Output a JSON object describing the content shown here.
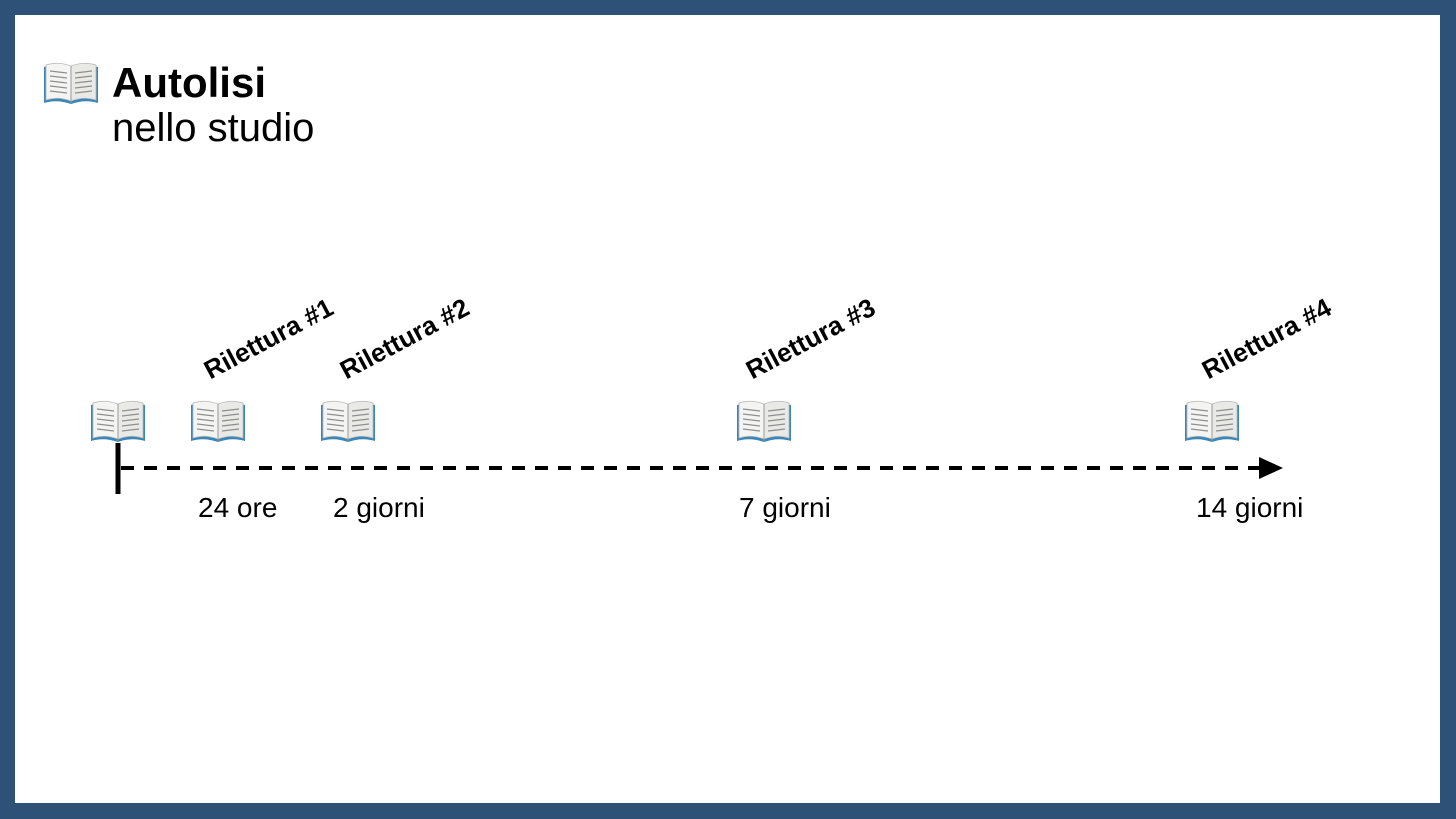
{
  "title": {
    "bold": "Autolisi",
    "subtitle": "nello studio",
    "icon": "open-book-icon"
  },
  "timeline": {
    "start_icon": "open-book-icon",
    "events": [
      {
        "label": "Rilettura #1",
        "time": "24 ore",
        "icon": "open-book-icon"
      },
      {
        "label": "Rilettura #2",
        "time": "2 giorni",
        "icon": "open-book-icon"
      },
      {
        "label": "Rilettura #3",
        "time": "7 giorni",
        "icon": "open-book-icon"
      },
      {
        "label": "Rilettura #4",
        "time": "14 giorni",
        "icon": "open-book-icon"
      }
    ]
  },
  "colors": {
    "frame": "#2d5177",
    "background": "#ffffff",
    "text": "#000000",
    "book_cover": "#3b86b8"
  }
}
